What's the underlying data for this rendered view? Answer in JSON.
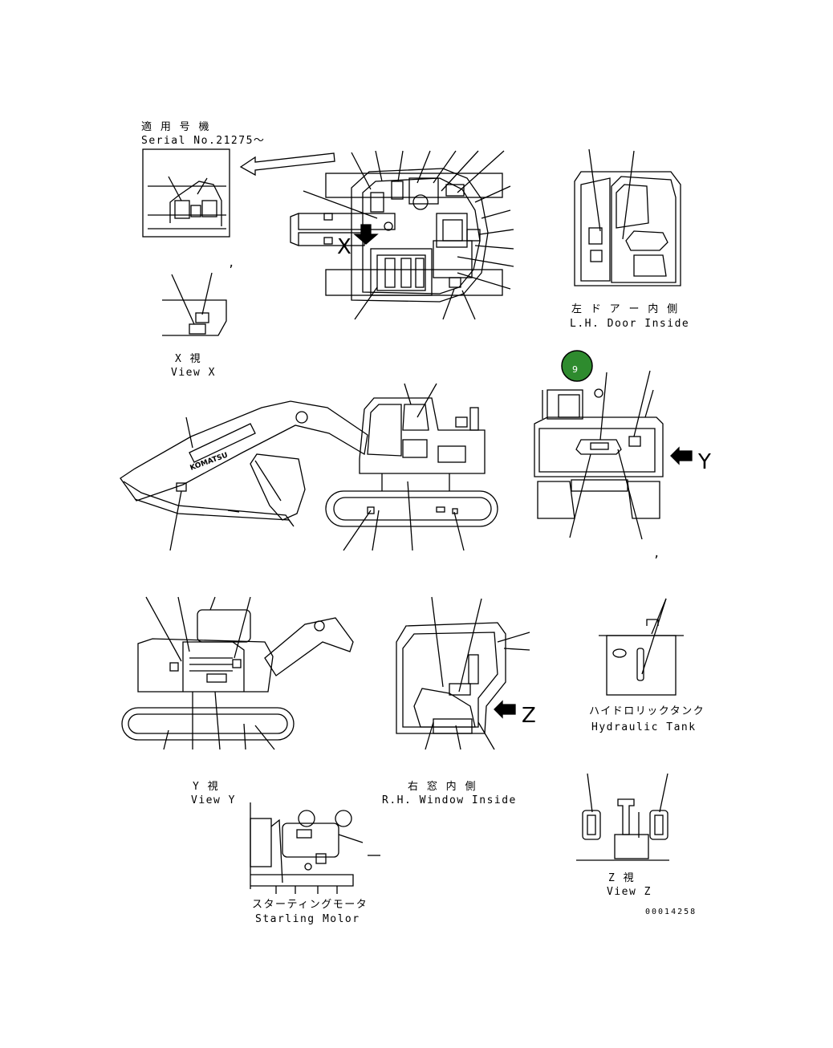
{
  "header": {
    "applicable_jp": "適 用 号 機",
    "serial": "Serial No.21275〜"
  },
  "views": {
    "x_jp": "X 視",
    "x_en": "View X",
    "lh_door_jp": "左 ド ア ー 内 側",
    "lh_door_en": "L.H. Door Inside",
    "y_jp": "Y 視",
    "y_en": "View Y",
    "rh_window_jp": "右 窓 内 側",
    "rh_window_en": "R.H. Window Inside",
    "hyd_tank_jp": "ハイドロリックタンク",
    "hyd_tank_en": "Hydraulic Tank",
    "z_jp": "Z 視",
    "z_en": "View Z",
    "starting_jp": "スターティングモータ",
    "starting_en": "Starling Molor"
  },
  "markers": {
    "x": "X",
    "y": "Y",
    "z": "Z",
    "callout_number": "9",
    "callout_color": "#2e8b2e"
  },
  "drawing_number": "00014258",
  "brand_on_boom": "KOMATSU"
}
